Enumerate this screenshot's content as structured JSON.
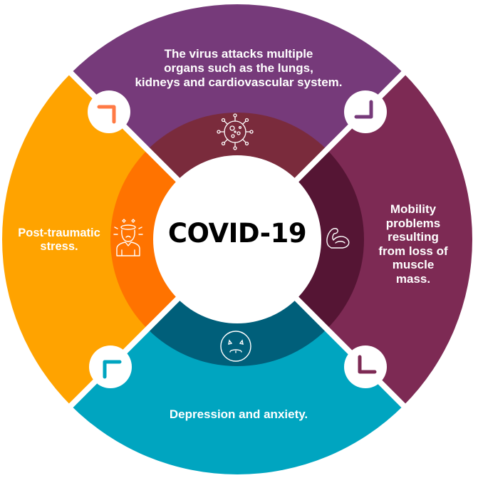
{
  "center": {
    "title": "COVID-19"
  },
  "segments": [
    {
      "id": "organs",
      "text": "The virus attacks multiple\norgans such as the lungs,\nkidneys and cardiovascular system.",
      "icon": "virus-icon",
      "outer_color": "#763A7A",
      "inner_color": "#7A2B3C",
      "arrow_color": "#763A7A"
    },
    {
      "id": "mobility",
      "text": "Mobility\nproblems\nresulting\nfrom loss of\nmuscle\nmass.",
      "icon": "flexed-arm-icon",
      "outer_color": "#7D2A54",
      "inner_color": "#551534",
      "arrow_color": "#7D2A54"
    },
    {
      "id": "depression",
      "text": "Depression and anxiety.",
      "icon": "sad-face-icon",
      "outer_color": "#00A5C0",
      "inner_color": "#005F7A",
      "arrow_color": "#00A5C0"
    },
    {
      "id": "ptsd",
      "text": "Post-traumatic\nstress.",
      "icon": "stressed-person-icon",
      "outer_color": "#FFA300",
      "inner_color": "#FF7300",
      "arrow_color": "#FF7A45"
    }
  ]
}
